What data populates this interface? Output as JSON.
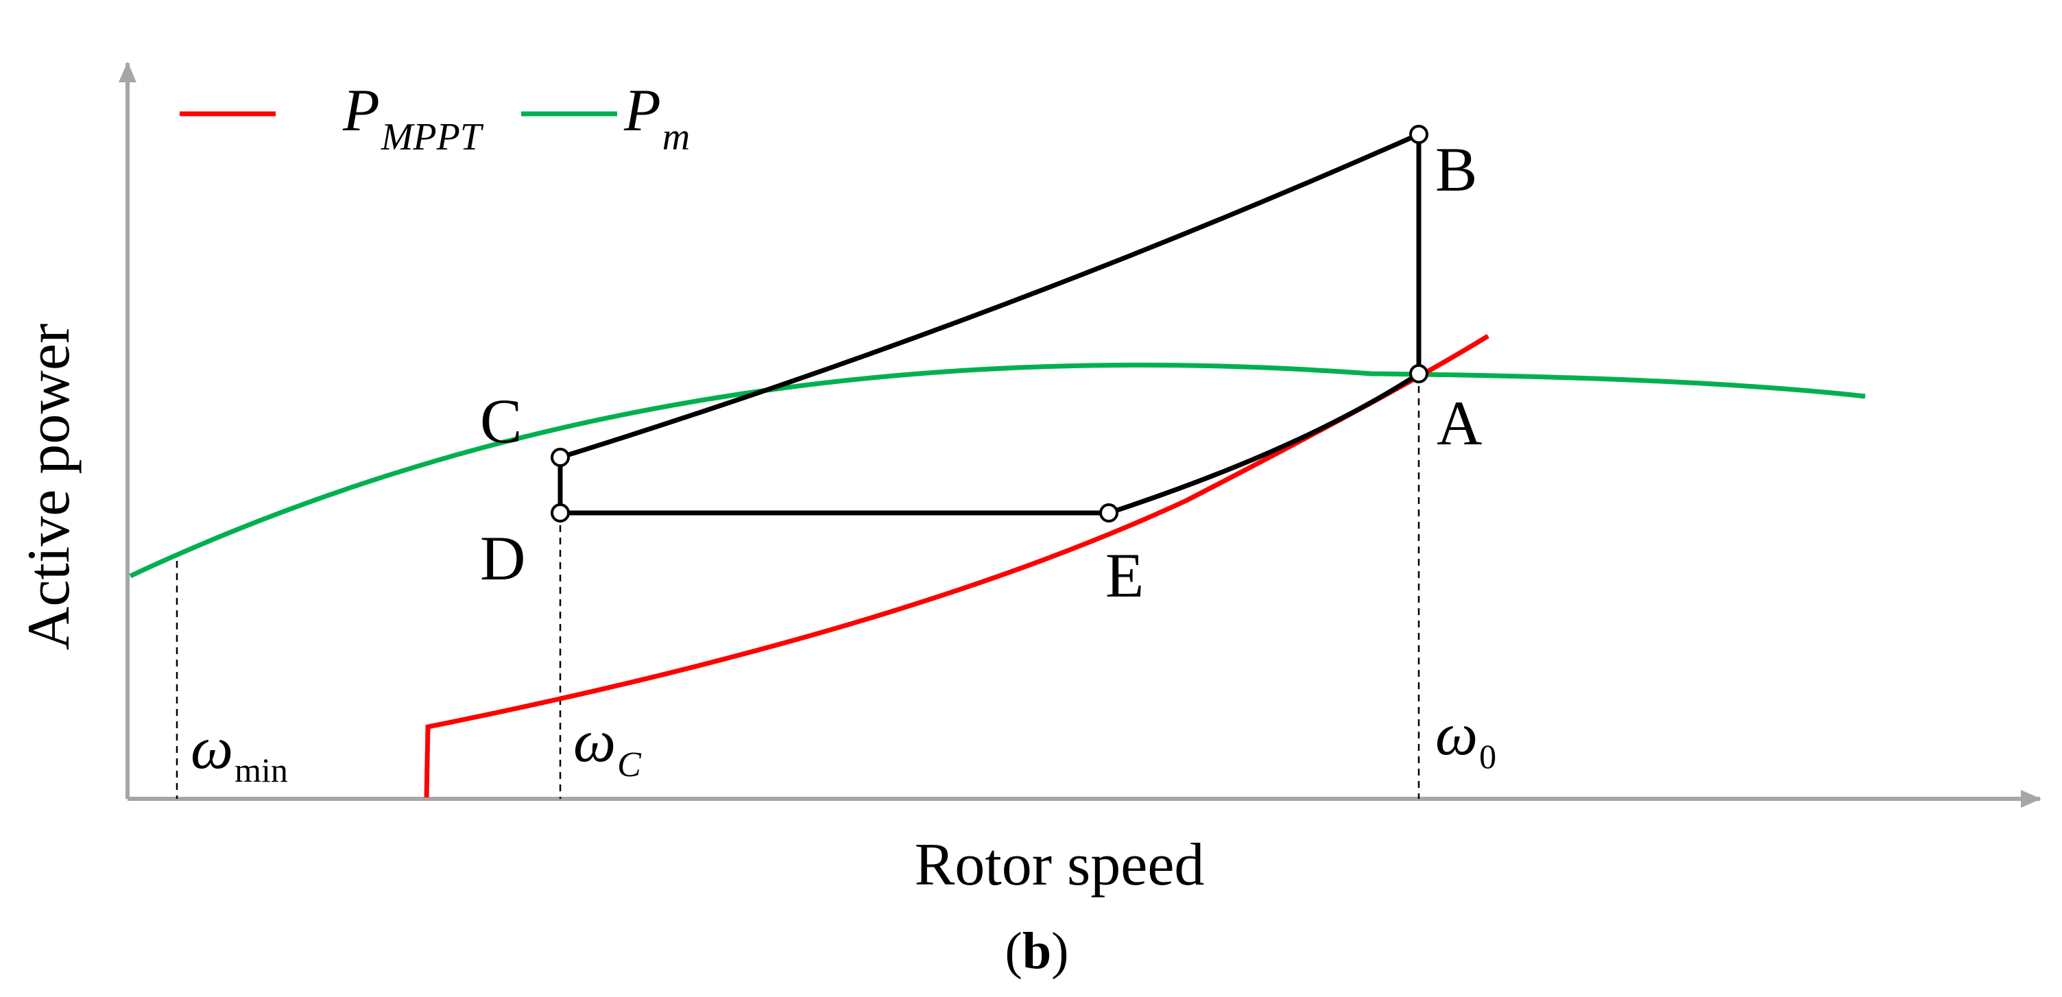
{
  "axes": {
    "ylabel": "Active power",
    "xlabel": "Rotor speed",
    "color": "#a6a6a6"
  },
  "legend": {
    "items": [
      {
        "symbol": "P",
        "subscript": "MPPT",
        "color": "#ff0000"
      },
      {
        "symbol": "P",
        "subscript": "m",
        "color": "#00b050"
      }
    ]
  },
  "points": {
    "A": "A",
    "B": "B",
    "C": "C",
    "D": "D",
    "E": "E"
  },
  "speed_marks": [
    {
      "symbol": "ω",
      "subscript": "min"
    },
    {
      "symbol": "ω",
      "subscript": "C"
    },
    {
      "symbol": "ω",
      "subscript": "0"
    }
  ],
  "caption": {
    "open": "(",
    "letter": "b",
    "close": ")"
  },
  "colors": {
    "mppt_curve": "#ff0000",
    "mechanical_curve": "#00b050",
    "trajectory": "#000000"
  }
}
